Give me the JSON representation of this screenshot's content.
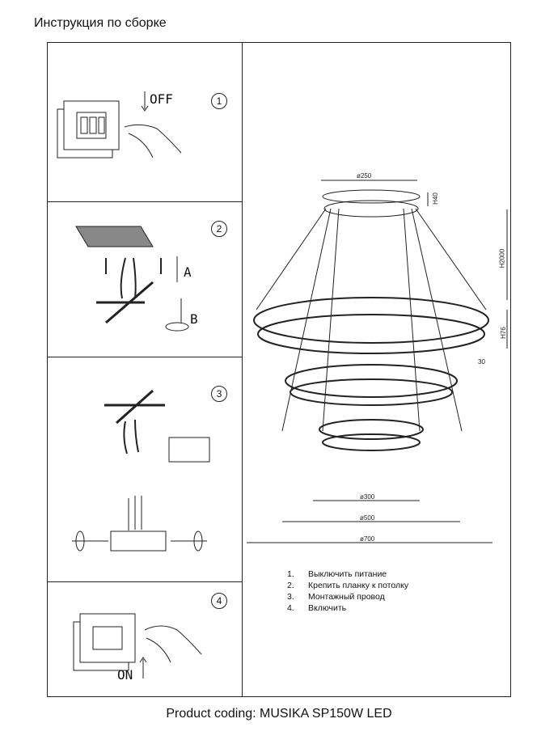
{
  "header": {
    "title": "Инструкция по сборке"
  },
  "panels": [
    {
      "number": "1",
      "label": "OFF"
    },
    {
      "number": "2",
      "label_a": "A",
      "label_b": "B"
    },
    {
      "number": "3"
    },
    {
      "number": "4",
      "label": "ON"
    }
  ],
  "dimensions": {
    "top_diameter": "ø250",
    "canopy_height": "H40",
    "total_height": "H2000",
    "ring_height": "H76",
    "ring_width": "30",
    "d300": "ø300",
    "d500": "ø500",
    "d700": "ø700"
  },
  "steps": [
    {
      "n": "1.",
      "text": "Выключить питание"
    },
    {
      "n": "2.",
      "text": "Крепить планку к потолку"
    },
    {
      "n": "3.",
      "text": "Монтажный провод"
    },
    {
      "n": "4.",
      "text": "Включить"
    }
  ],
  "footer": {
    "product_coding": "Product coding: MUSIKA SP150W LED"
  }
}
